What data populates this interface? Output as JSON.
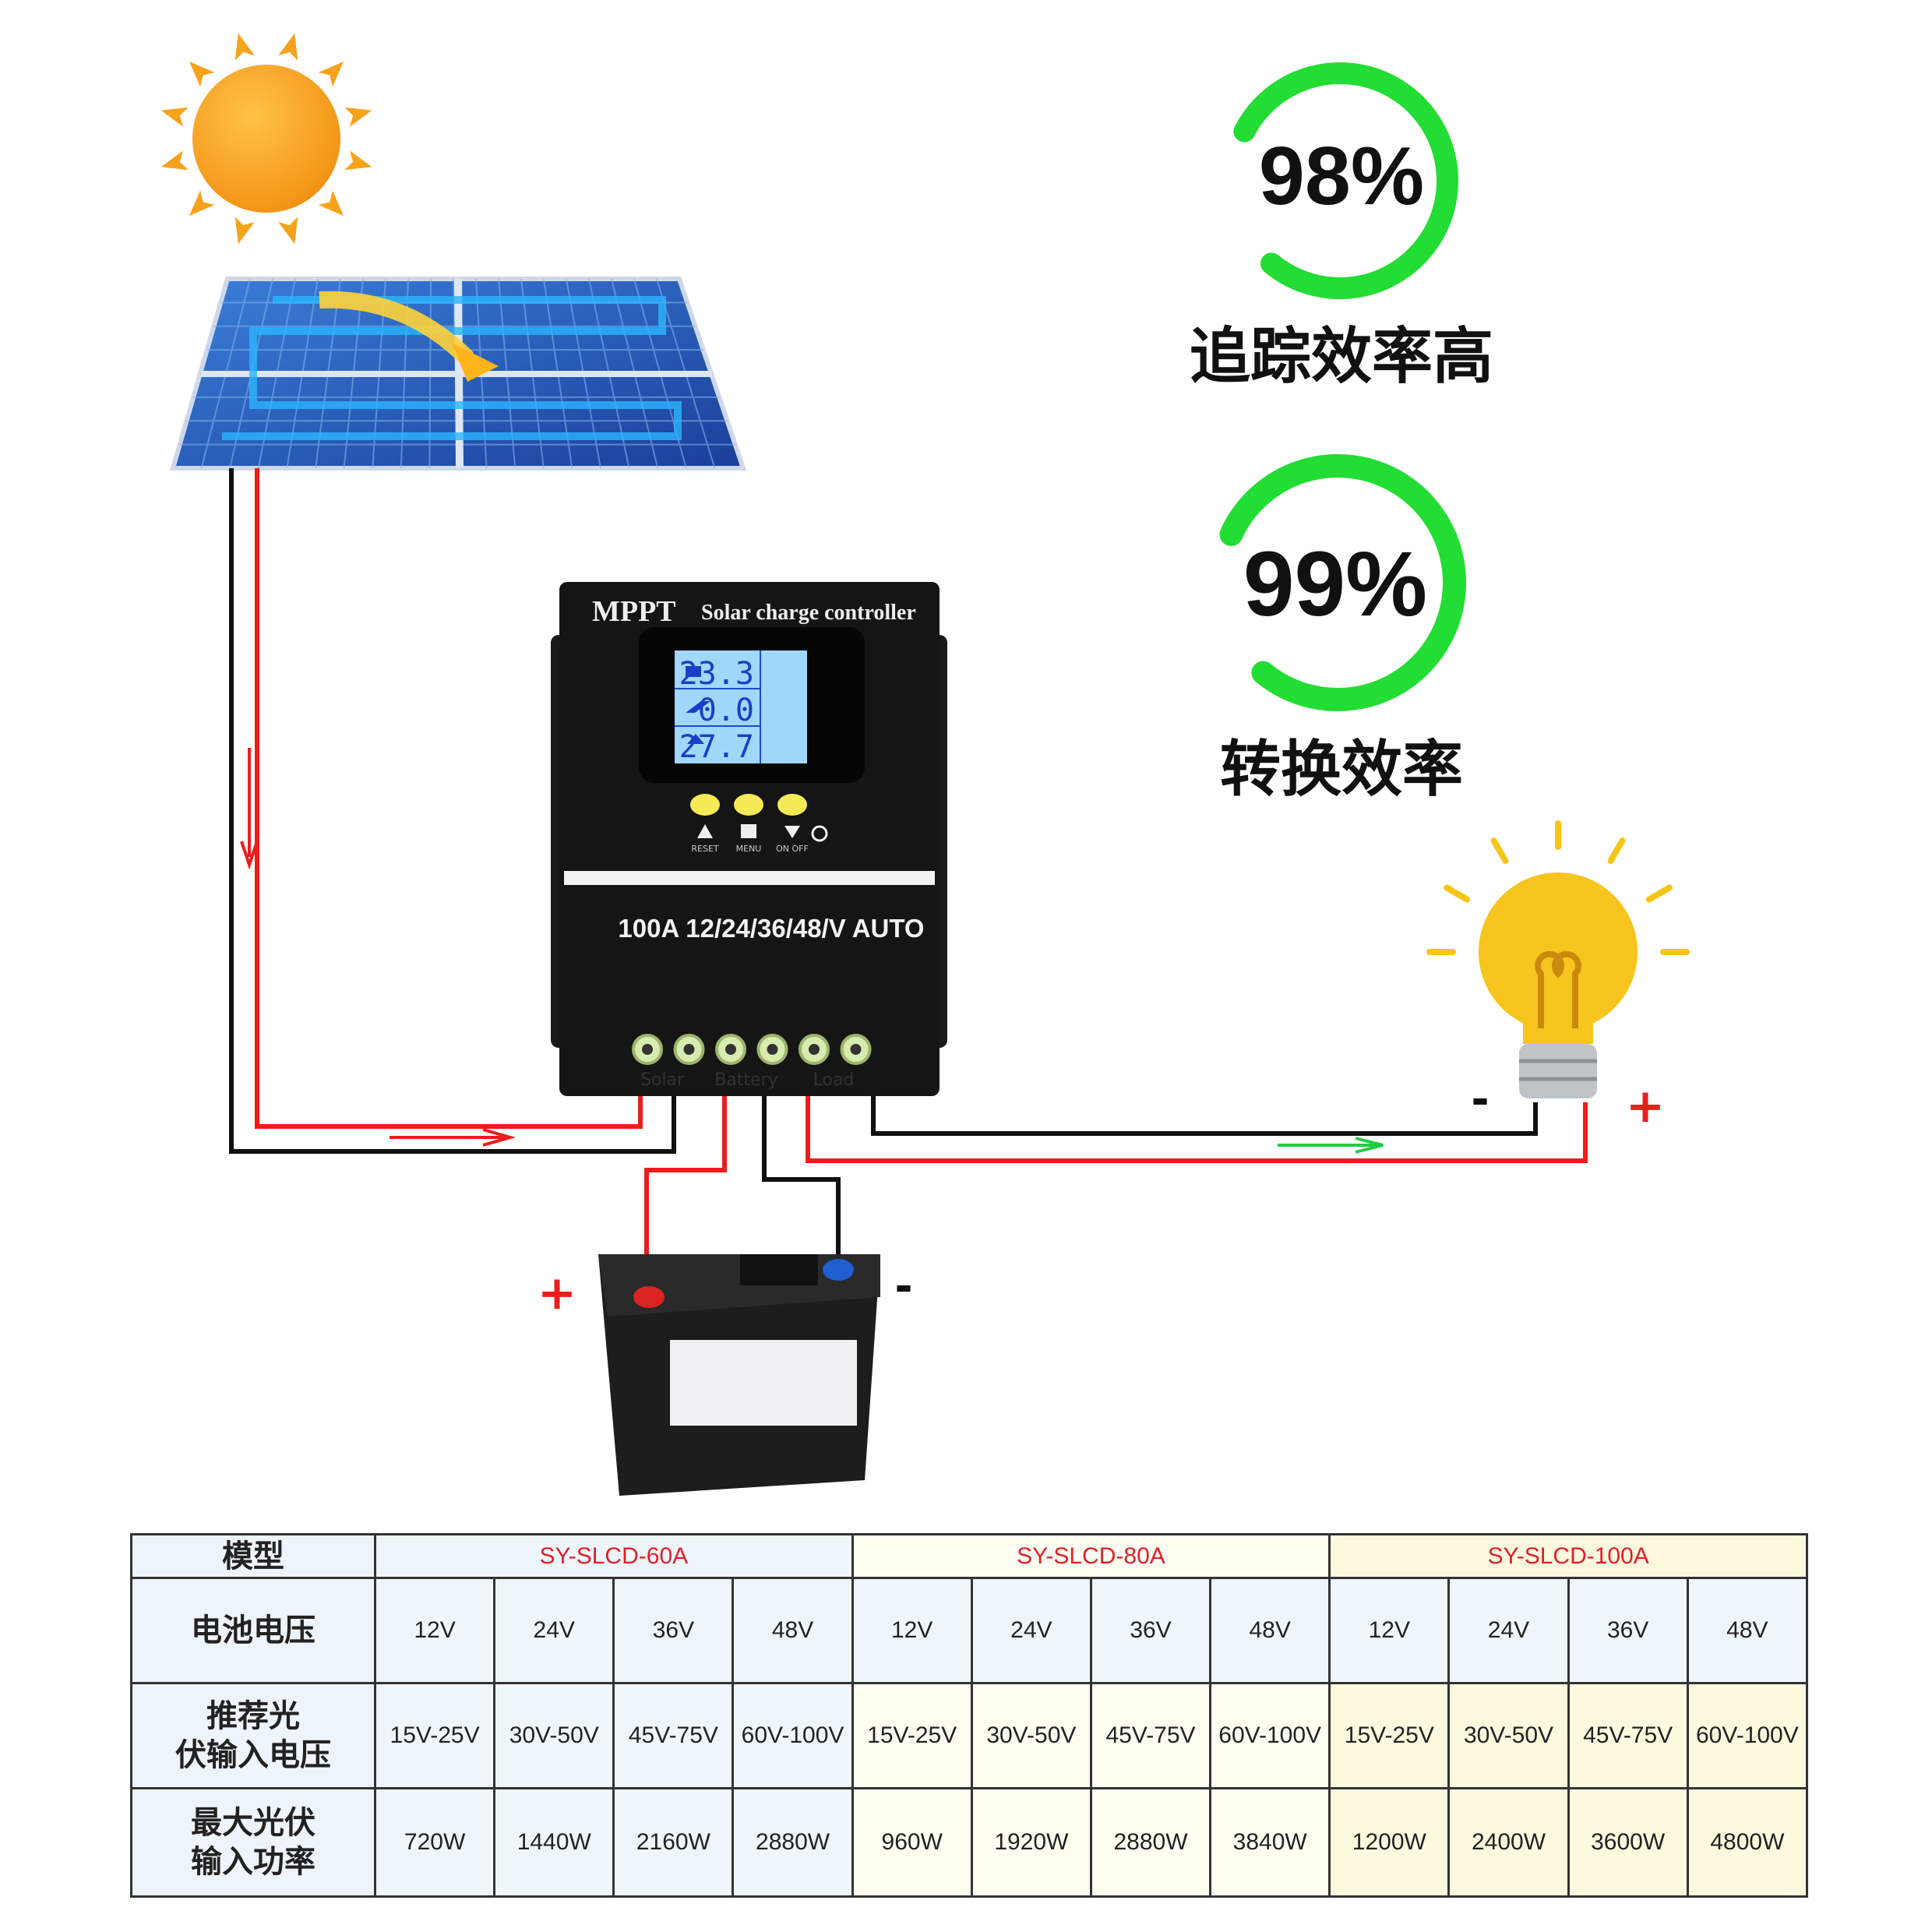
{
  "efficiency": [
    {
      "value_text": "98%",
      "label": "追踪效率高",
      "ring_fill": 0.98
    },
    {
      "value_text": "99%",
      "label": "转换效率",
      "ring_fill": 0.99
    }
  ],
  "controller": {
    "brand": "MPPT",
    "title": "Solar charge controller",
    "lcd": {
      "battery_voltage": "23.3",
      "pv_current": "0.0",
      "temperature": "27.7"
    },
    "buttons": [
      {
        "label": "RESET",
        "icon": "triangle-up-icon"
      },
      {
        "label": "MENU",
        "icon": "menu-icon"
      },
      {
        "label": "ON OFF",
        "icon": "triangle-down-power-icon"
      }
    ],
    "rating": "100A 12/24/36/48/V AUTO",
    "terminals": [
      "Solar",
      "Battery",
      "Load"
    ]
  },
  "polarity": {
    "battery_plus": "+",
    "battery_minus": "-",
    "load_plus": "+",
    "load_minus": "-"
  },
  "colors": {
    "ring": "#22dd33",
    "positive_wire": "#ee1c1c",
    "negative_wire": "#111111",
    "model_text": "#e0202a",
    "sun": "#f7a21b"
  },
  "table": {
    "row_headers": [
      "模型",
      "电池电压",
      "推荐光伏输入电压",
      "最大光伏输入功率"
    ],
    "row_headers_lines": [
      [
        "模型"
      ],
      [
        "电池电压"
      ],
      [
        "推荐光",
        "伏输入电压"
      ],
      [
        "最大光伏",
        "输入功率"
      ]
    ],
    "models": [
      "SY-SLCD-60A",
      "SY-SLCD-80A",
      "SY-SLCD-100A"
    ],
    "battery_voltage": [
      "12V",
      "24V",
      "36V",
      "48V",
      "12V",
      "24V",
      "36V",
      "48V",
      "12V",
      "24V",
      "36V",
      "48V"
    ],
    "pv_input_voltage": [
      "15V-25V",
      "30V-50V",
      "45V-75V",
      "60V-100V",
      "15V-25V",
      "30V-50V",
      "45V-75V",
      "60V-100V",
      "15V-25V",
      "30V-50V",
      "45V-75V",
      "60V-100V"
    ],
    "max_pv_power": [
      "720W",
      "1440W",
      "2160W",
      "2880W",
      "960W",
      "1920W",
      "2880W",
      "3840W",
      "1200W",
      "2400W",
      "3600W",
      "4800W"
    ]
  }
}
